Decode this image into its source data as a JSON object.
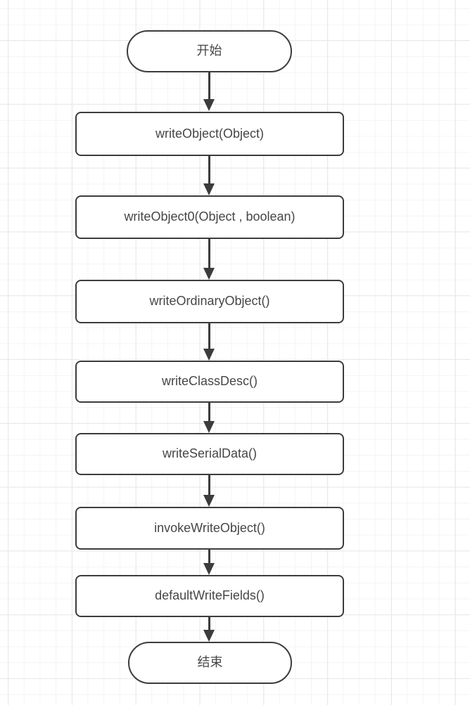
{
  "diagram": {
    "type": "flowchart",
    "direction": "top-down",
    "colors": {
      "stroke": "#3c3c3c",
      "shape_fill": "#ffffff",
      "text": "#464646",
      "grid_minor": "#f4f4f4",
      "grid_major": "#e7e7e7",
      "canvas": "#ffffff"
    },
    "nodes": [
      {
        "id": "start",
        "shape": "terminator",
        "label": "开始"
      },
      {
        "id": "writeObject",
        "shape": "process",
        "label": "writeObject(Object)"
      },
      {
        "id": "writeObject0",
        "shape": "process",
        "label": "writeObject0(Object , boolean)"
      },
      {
        "id": "writeOrdinaryObject",
        "shape": "process",
        "label": "writeOrdinaryObject()"
      },
      {
        "id": "writeClassDesc",
        "shape": "process",
        "label": "writeClassDesc()"
      },
      {
        "id": "writeSerialData",
        "shape": "process",
        "label": "writeSerialData()"
      },
      {
        "id": "invokeWriteObject",
        "shape": "process",
        "label": "invokeWriteObject()"
      },
      {
        "id": "defaultWriteFields",
        "shape": "process",
        "label": "defaultWriteFields()"
      },
      {
        "id": "end",
        "shape": "terminator",
        "label": "结束"
      }
    ],
    "edges": [
      {
        "from": "start",
        "to": "writeObject"
      },
      {
        "from": "writeObject",
        "to": "writeObject0"
      },
      {
        "from": "writeObject0",
        "to": "writeOrdinaryObject"
      },
      {
        "from": "writeOrdinaryObject",
        "to": "writeClassDesc"
      },
      {
        "from": "writeClassDesc",
        "to": "writeSerialData"
      },
      {
        "from": "writeSerialData",
        "to": "invokeWriteObject"
      },
      {
        "from": "invokeWriteObject",
        "to": "defaultWriteFields"
      },
      {
        "from": "defaultWriteFields",
        "to": "end"
      }
    ]
  }
}
